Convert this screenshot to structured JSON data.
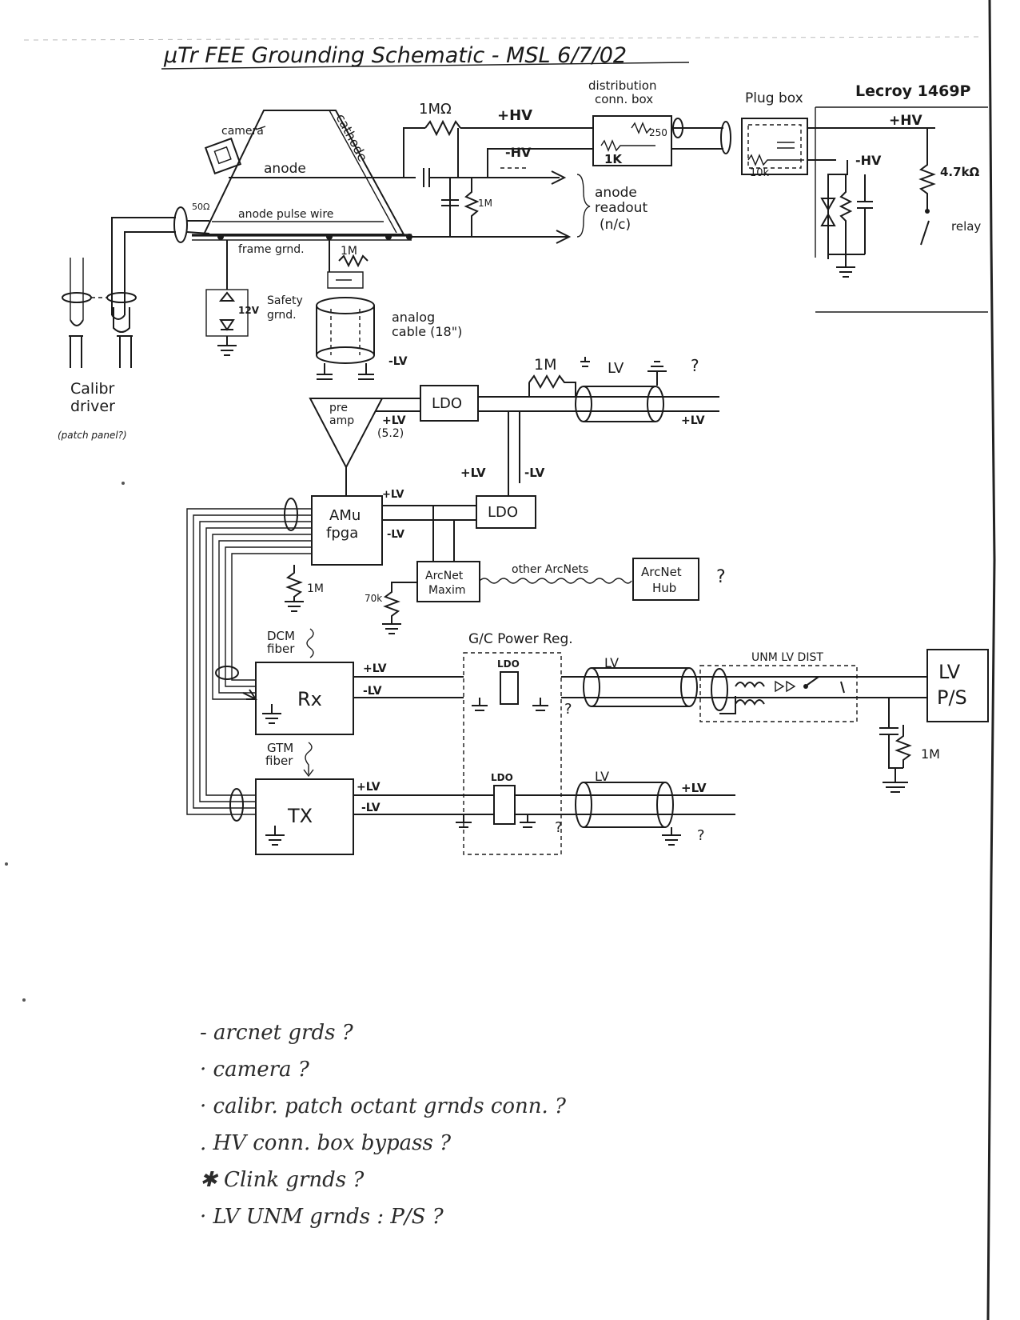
{
  "title": "μTr FEE Grounding Schematic - MSL 6/7/02",
  "labels": {
    "camera": "camera",
    "cathode": "cathode",
    "anode": "anode",
    "r_1m_top": "1MΩ",
    "plus_hv_1": "+HV",
    "distribution_box_1": "distribution",
    "distribution_box_2": "conn. box",
    "r_250": "250",
    "r_1k": "1K",
    "plug_box": "Plug box",
    "r_10k": "10k",
    "lecroy": "Lecroy 1469P",
    "plus_hv_2": "+HV",
    "minus_hv_1": "-HV",
    "minus_hv_2": "-HV",
    "r_4k7": "4.7kΩ",
    "relay": "relay",
    "r_1m_anode": "1M",
    "anode_readout_1": "anode",
    "anode_readout_2": "readout",
    "anode_readout_3": "(n/c)",
    "r_50": "50Ω",
    "anode_pulse_wire": "anode pulse wire",
    "frame_grnd": "frame grnd.",
    "r_1m_frame": "1M",
    "safety_grnd_1": "Safety",
    "safety_grnd_2": "grnd.",
    "v_12": "12V",
    "analog_cable_1": "analog",
    "analog_cable_2": "cable (18\")",
    "calibr_driver_1": "Calibr",
    "calibr_driver_2": "driver",
    "calibr_driver_3": "(patch panel?)",
    "minus_lv_1": "-LV",
    "preamp_1": "pre",
    "preamp_2": "amp",
    "plus_lv_52_1": "+LV",
    "plus_lv_52_2": "(5.2)",
    "ldo_1": "LDO",
    "r_1m_lv": "1M",
    "lv_1": "LV",
    "q_1": "?",
    "plus_lv_1": "+LV",
    "plus_lv_2": "+LV",
    "minus_lv_2": "-LV",
    "ldo_2": "LDO",
    "amu_1": "AMu",
    "amu_2": "fpga",
    "plus_lv_3": "+LV",
    "minus_lv_3": "-LV",
    "r_1m_amu": "1M",
    "arcnet_maxim_1": "ArcNet",
    "arcnet_maxim_2": "Maxim",
    "other_arcnets": "other ArcNets",
    "arcnet_hub_1": "ArcNet",
    "arcnet_hub_2": "Hub",
    "q_2": "?",
    "r_70k": "70k",
    "dcm_fiber_1": "DCM",
    "dcm_fiber_2": "fiber",
    "rx": "Rx",
    "plus_lv_4": "+LV",
    "minus_lv_4": "-LV",
    "gc_power_reg": "G/C Power Reg.",
    "ldo_3": "LDO",
    "q_3": "?",
    "lv_2": "LV",
    "unm_lv_dist": "UNM LV DIST",
    "lv_ps_1": "LV",
    "lv_ps_2": "P/S",
    "r_1m_ps": "1M",
    "gtm_fiber_1": "GTM",
    "gtm_fiber_2": "fiber",
    "tx": "TX",
    "plus_lv_5": "+LV",
    "minus_lv_5": "-LV",
    "ldo_4": "LDO",
    "q_4": "?",
    "lv_3": "LV",
    "plus_lv_6": "+LV",
    "q_5": "?"
  },
  "notes": [
    "- arcnet grds ?",
    "· camera ?",
    "· calibr. patch octant grnds conn. ?",
    ". HV conn. box bypass ?",
    "✱ Clink grnds ?",
    "· LV UNM grnds : P/S ?"
  ]
}
